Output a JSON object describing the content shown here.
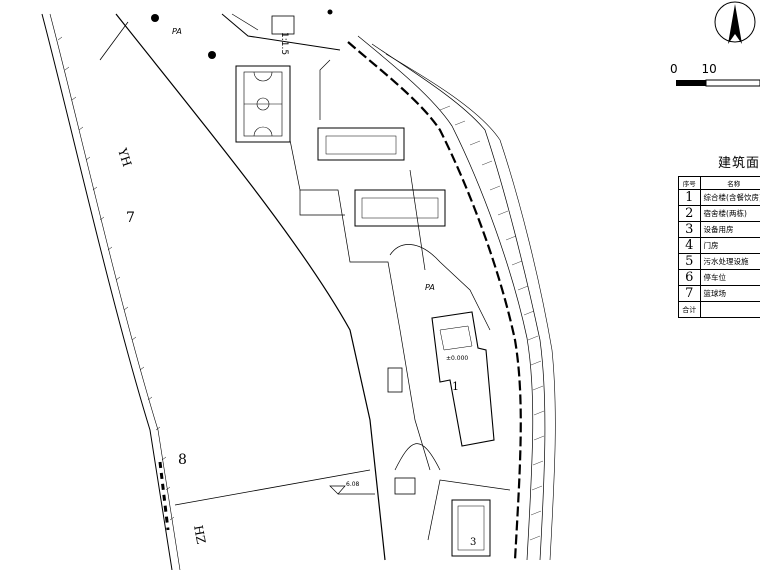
{
  "plan_labels": {
    "pa_top": "PA",
    "pa_mid": "PA",
    "yh": "YH",
    "zone7": "7",
    "zone8": "8",
    "hz": "HZ",
    "east_label": "1:1.5",
    "bldg1": "1",
    "bldg3": "3",
    "bldg_level_small": "±0.000",
    "elev_mark": "6.08"
  },
  "scale_bar": {
    "zero": "0",
    "ten": "10"
  },
  "area_table": {
    "title": "建筑面积一",
    "header": {
      "no": "序号",
      "name": "名称"
    },
    "rows": [
      {
        "no": "1",
        "name": "综合楼(含餐饮房)"
      },
      {
        "no": "2",
        "name": "宿舍楼(两栋)"
      },
      {
        "no": "3",
        "name": "设备用房"
      },
      {
        "no": "4",
        "name": "门房"
      },
      {
        "no": "5",
        "name": "污水处理设施"
      },
      {
        "no": "6",
        "name": "停车位"
      },
      {
        "no": "7",
        "name": "篮球场"
      }
    ],
    "total": "合计"
  },
  "colors": {
    "line": "#000000",
    "background": "#ffffff"
  }
}
